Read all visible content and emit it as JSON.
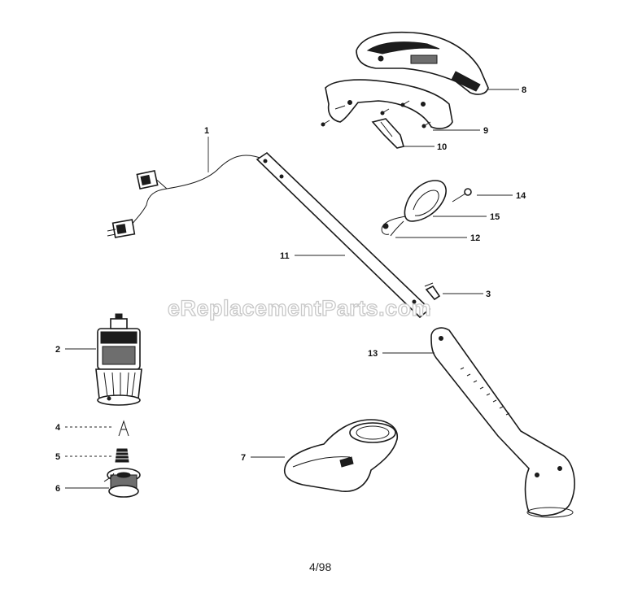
{
  "watermark": "eReplacementParts.com",
  "footer_code": "4/98",
  "callouts": [
    {
      "id": "1",
      "label": "1"
    },
    {
      "id": "2",
      "label": "2"
    },
    {
      "id": "3",
      "label": "3"
    },
    {
      "id": "4",
      "label": "4"
    },
    {
      "id": "5",
      "label": "5"
    },
    {
      "id": "6",
      "label": "6"
    },
    {
      "id": "7",
      "label": "7"
    },
    {
      "id": "8",
      "label": "8"
    },
    {
      "id": "9",
      "label": "9"
    },
    {
      "id": "10",
      "label": "10"
    },
    {
      "id": "11",
      "label": "11"
    },
    {
      "id": "12",
      "label": "12"
    },
    {
      "id": "13",
      "label": "13"
    },
    {
      "id": "14",
      "label": "14"
    },
    {
      "id": "15",
      "label": "15"
    }
  ]
}
